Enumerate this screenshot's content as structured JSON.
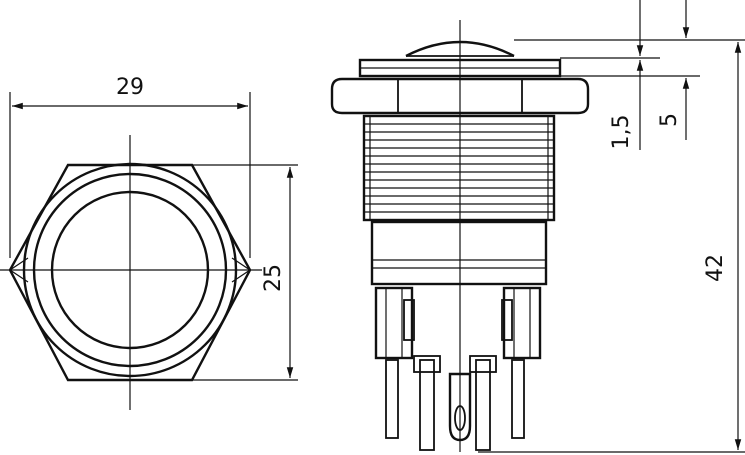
{
  "dimensions": {
    "width_across_corners": "29",
    "width_across_flats": "25",
    "dome_height": "1,5",
    "bezel_height": "5",
    "total_length": "42"
  }
}
